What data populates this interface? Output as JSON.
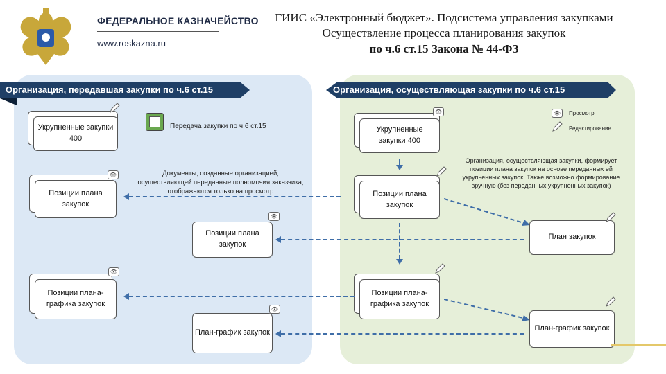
{
  "logo": {
    "org_name": "ФЕДЕРАЛЬНОЕ КАЗНАЧЕЙСТВО",
    "site": "www.roskazna.ru",
    "emblem": "double-headed-eagle-emblem"
  },
  "title": {
    "line1": "ГИИС «Электронный бюджет». Подсистема управления закупками",
    "line2": "Осуществление процесса планирования закупок",
    "line3": "по ч.6 ст.15 Закона № 44-ФЗ"
  },
  "left_panel": {
    "header": "Организация, передавшая закупки по ч.6 ст.15",
    "card_consolidated": "Укрупненные закупки 400",
    "card_plan_positions": "Позиции плана закупок",
    "card_schedule_positions": "Позиции плана-графика закупок"
  },
  "transfer": {
    "label": "Передача закупки по ч.6 ст.15",
    "icon": "transfer-document-icon"
  },
  "note_left": "Документы, созданные организацией, осуществляющей переданные полномочия заказчика, отображаются только на просмотр",
  "center": {
    "card_plan_positions": "Позиции плана закупок",
    "card_schedule": "План-график закупок"
  },
  "right_panel": {
    "header": "Организация, осуществляющая закупки по ч.6 ст.15",
    "card_consolidated": "Укрупненные закупки 400",
    "card_plan_positions": "Позиции плана закупок",
    "card_schedule_positions": "Позиции плана-графика закупок",
    "card_plan": "План закупок",
    "card_schedule": "План-график закупок",
    "note": "Организация, осуществляющая закупки, формирует позиции плана закупок на основе переданных ей укрупненных закупок. Также возможно формирование вручную (без переданных укрупненных закупок)"
  },
  "legend": {
    "view": "Просмотр",
    "edit": "Редактирование"
  },
  "colors": {
    "header_bg": "#1f3f66",
    "left_panel": "#dce8f5",
    "right_panel": "#e6efd9",
    "arrow": "#3f6ea8"
  }
}
